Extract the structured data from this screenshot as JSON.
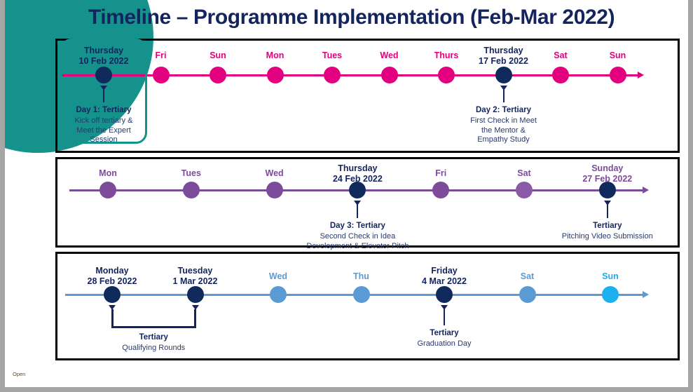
{
  "slide": {
    "title": "Timeline – Programme Implementation (Feb-Mar 2022)",
    "footer_label": "Open"
  },
  "colors": {
    "navy": "#102a5c",
    "title_navy": "#14255e",
    "magenta": "#e2007f",
    "purple": "#7c4b9a",
    "purple_alt": "#8a5aa8",
    "blue_mid": "#5b9bd5",
    "blue_bright": "#1cb0f0",
    "teal": "#16928c",
    "panel_border": "#000000",
    "slide_frame": "#a6a6a6"
  },
  "highlight": {
    "target": "day-1-thursday-10-feb",
    "color": "#16928c"
  },
  "rows": [
    {
      "id": "row-1-february-week-1",
      "line_color": "#e2007f",
      "dots": [
        {
          "label": "Thursday\n10 Feb 2022",
          "label_lines": [
            "Thursday",
            "10 Feb 2022"
          ],
          "color": "#102a5c",
          "label_color": "#14255e",
          "milestone": true,
          "callout": {
            "title": "Day 1: Tertiary",
            "desc_lines": [
              "Kick off tertiary &",
              "Meet the Expert",
              "Session"
            ]
          }
        },
        {
          "label": "Fri",
          "label_lines": [
            "Fri"
          ],
          "color": "#e2007f",
          "label_color": "#e2007f",
          "milestone": false,
          "callout": null
        },
        {
          "label": "Sun",
          "label_lines": [
            "Sun"
          ],
          "color": "#e2007f",
          "label_color": "#e2007f",
          "milestone": false,
          "callout": null
        },
        {
          "label": "Mon",
          "label_lines": [
            "Mon"
          ],
          "color": "#e2007f",
          "label_color": "#e2007f",
          "milestone": false,
          "callout": null
        },
        {
          "label": "Tues",
          "label_lines": [
            "Tues"
          ],
          "color": "#e2007f",
          "label_color": "#e2007f",
          "milestone": false,
          "callout": null
        },
        {
          "label": "Wed",
          "label_lines": [
            "Wed"
          ],
          "color": "#e2007f",
          "label_color": "#e2007f",
          "milestone": false,
          "callout": null
        },
        {
          "label": "Thurs",
          "label_lines": [
            "Thurs"
          ],
          "color": "#e2007f",
          "label_color": "#e2007f",
          "milestone": false,
          "callout": null
        },
        {
          "label": "Thursday\n17 Feb 2022",
          "label_lines": [
            "Thursday",
            "17 Feb 2022"
          ],
          "color": "#102a5c",
          "label_color": "#14255e",
          "milestone": true,
          "callout": {
            "title": "Day 2:  Tertiary",
            "desc_lines": [
              "First Check in Meet",
              "the Mentor &",
              "Empathy Study"
            ]
          }
        },
        {
          "label": "Sat",
          "label_lines": [
            "Sat"
          ],
          "color": "#e2007f",
          "label_color": "#e2007f",
          "milestone": false,
          "callout": null
        },
        {
          "label": "Sun",
          "label_lines": [
            "Sun"
          ],
          "color": "#e2007f",
          "label_color": "#e2007f",
          "milestone": false,
          "callout": null
        }
      ]
    },
    {
      "id": "row-2-february-week-2",
      "line_color": "#7c4b9a",
      "dots": [
        {
          "label": "Mon",
          "label_lines": [
            "Mon"
          ],
          "color": "#7c4b9a",
          "label_color": "#7c4b9a",
          "milestone": false,
          "callout": null
        },
        {
          "label": "Tues",
          "label_lines": [
            "Tues"
          ],
          "color": "#7c4b9a",
          "label_color": "#7c4b9a",
          "milestone": false,
          "callout": null
        },
        {
          "label": "Wed",
          "label_lines": [
            "Wed"
          ],
          "color": "#7c4b9a",
          "label_color": "#7c4b9a",
          "milestone": false,
          "callout": null
        },
        {
          "label": "Thursday\n24 Feb 2022",
          "label_lines": [
            "Thursday",
            "24 Feb 2022"
          ],
          "color": "#102a5c",
          "label_color": "#14255e",
          "milestone": true,
          "callout": {
            "title": "Day 3: Tertiary",
            "desc_lines": [
              "Second Check in Idea",
              "Development & Elevator Pitch"
            ]
          }
        },
        {
          "label": "Fri",
          "label_lines": [
            "Fri"
          ],
          "color": "#7c4b9a",
          "label_color": "#7c4b9a",
          "milestone": false,
          "callout": null
        },
        {
          "label": "Sat",
          "label_lines": [
            "Sat"
          ],
          "color": "#8a5aa8",
          "label_color": "#7c4b9a",
          "milestone": false,
          "callout": null
        },
        {
          "label": "Sunday\n27 Feb 2022",
          "label_lines": [
            "Sunday",
            "27 Feb 2022"
          ],
          "color": "#102a5c",
          "label_color": "#7c4b9a",
          "milestone": true,
          "callout": {
            "title": "Tertiary",
            "desc_lines": [
              "Pitching Video Submission"
            ]
          }
        }
      ]
    },
    {
      "id": "row-3-feb-mar-week-3",
      "line_color": "#5b9bd5",
      "dots": [
        {
          "label": "Monday\n28 Feb 2022",
          "label_lines": [
            "Monday",
            "28 Feb 2022"
          ],
          "color": "#102a5c",
          "label_color": "#14255e",
          "milestone": true,
          "callout": null
        },
        {
          "label": "Tuesday\n1 Mar 2022",
          "label_lines": [
            "Tuesday",
            "1 Mar 2022"
          ],
          "color": "#102a5c",
          "label_color": "#14255e",
          "milestone": true,
          "callout": null
        },
        {
          "label": "Wed",
          "label_lines": [
            "Wed"
          ],
          "color": "#5b9bd5",
          "label_color": "#5b9bd5",
          "milestone": false,
          "callout": null
        },
        {
          "label": "Thu",
          "label_lines": [
            "Thu"
          ],
          "color": "#5b9bd5",
          "label_color": "#5b9bd5",
          "milestone": false,
          "callout": null
        },
        {
          "label": "Friday\n4 Mar 2022",
          "label_lines": [
            "Friday",
            "4 Mar 2022"
          ],
          "color": "#102a5c",
          "label_color": "#14255e",
          "milestone": true,
          "callout": {
            "title": "Tertiary",
            "desc_lines": [
              "Graduation Day"
            ]
          }
        },
        {
          "label": "Sat",
          "label_lines": [
            "Sat"
          ],
          "color": "#5b9bd5",
          "label_color": "#5b9bd5",
          "milestone": false,
          "callout": null
        },
        {
          "label": "Sun",
          "label_lines": [
            "Sun"
          ],
          "color": "#1cb0f0",
          "label_color": "#1cb0f0",
          "milestone": false,
          "callout": null
        }
      ],
      "bracket": {
        "from_dot": 0,
        "to_dot": 1,
        "title": "Tertiary",
        "desc_lines": [
          "Qualifying Rounds"
        ]
      }
    }
  ]
}
